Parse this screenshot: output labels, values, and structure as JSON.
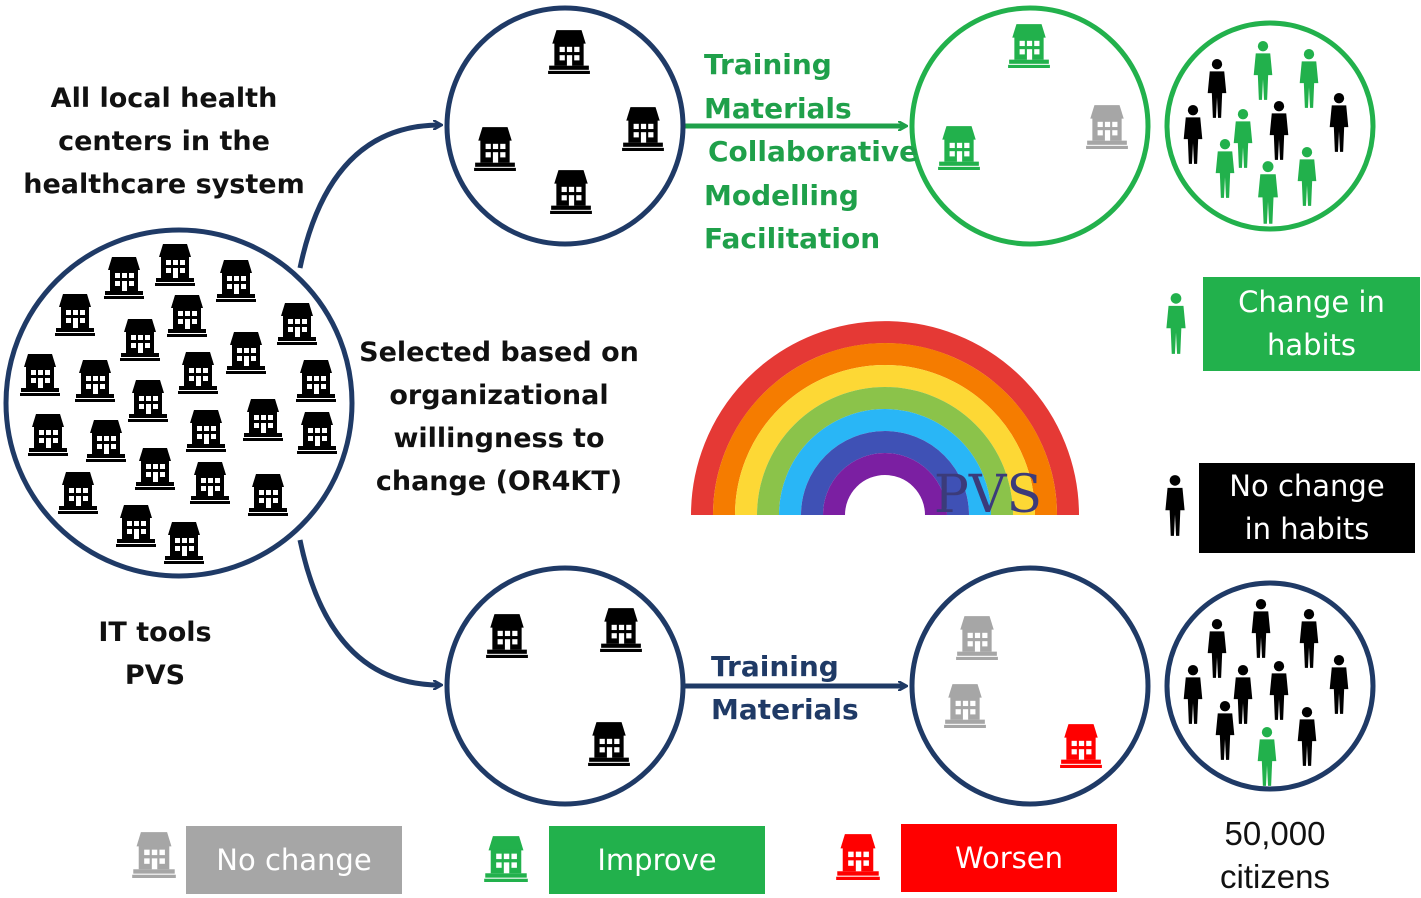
{
  "labels": {
    "all_centers": [
      "All local health",
      "centers in the",
      "healthcare system"
    ],
    "selected": [
      "Selected based on",
      "organizational",
      "willingness to",
      "change (OR4KT)"
    ],
    "it_tools": [
      "IT tools",
      "PVS"
    ],
    "green_interventions": [
      "Training",
      "Materials",
      "Collaborative",
      "Modelling",
      "Facilitation"
    ],
    "navy_interventions": [
      "Training",
      "Materials"
    ],
    "rainbow_text": "PVS",
    "citizens": [
      "50,000",
      "citizens"
    ]
  },
  "legend": {
    "change_in_habits": [
      "Change in",
      "habits"
    ],
    "no_change_in_habits": [
      "No change",
      "in habits"
    ],
    "no_change": "No change",
    "improve": "Improve",
    "worsen": "Worsen"
  },
  "colors": {
    "navy": "#1f3a66",
    "green": "#1fa04a",
    "legend_green": "#22b14c",
    "gray": "#a6a6a6",
    "red": "#ff0000",
    "black": "#000000"
  },
  "icons": [
    "house-icon",
    "person-icon",
    "arrow-icon",
    "rainbow-logo"
  ]
}
